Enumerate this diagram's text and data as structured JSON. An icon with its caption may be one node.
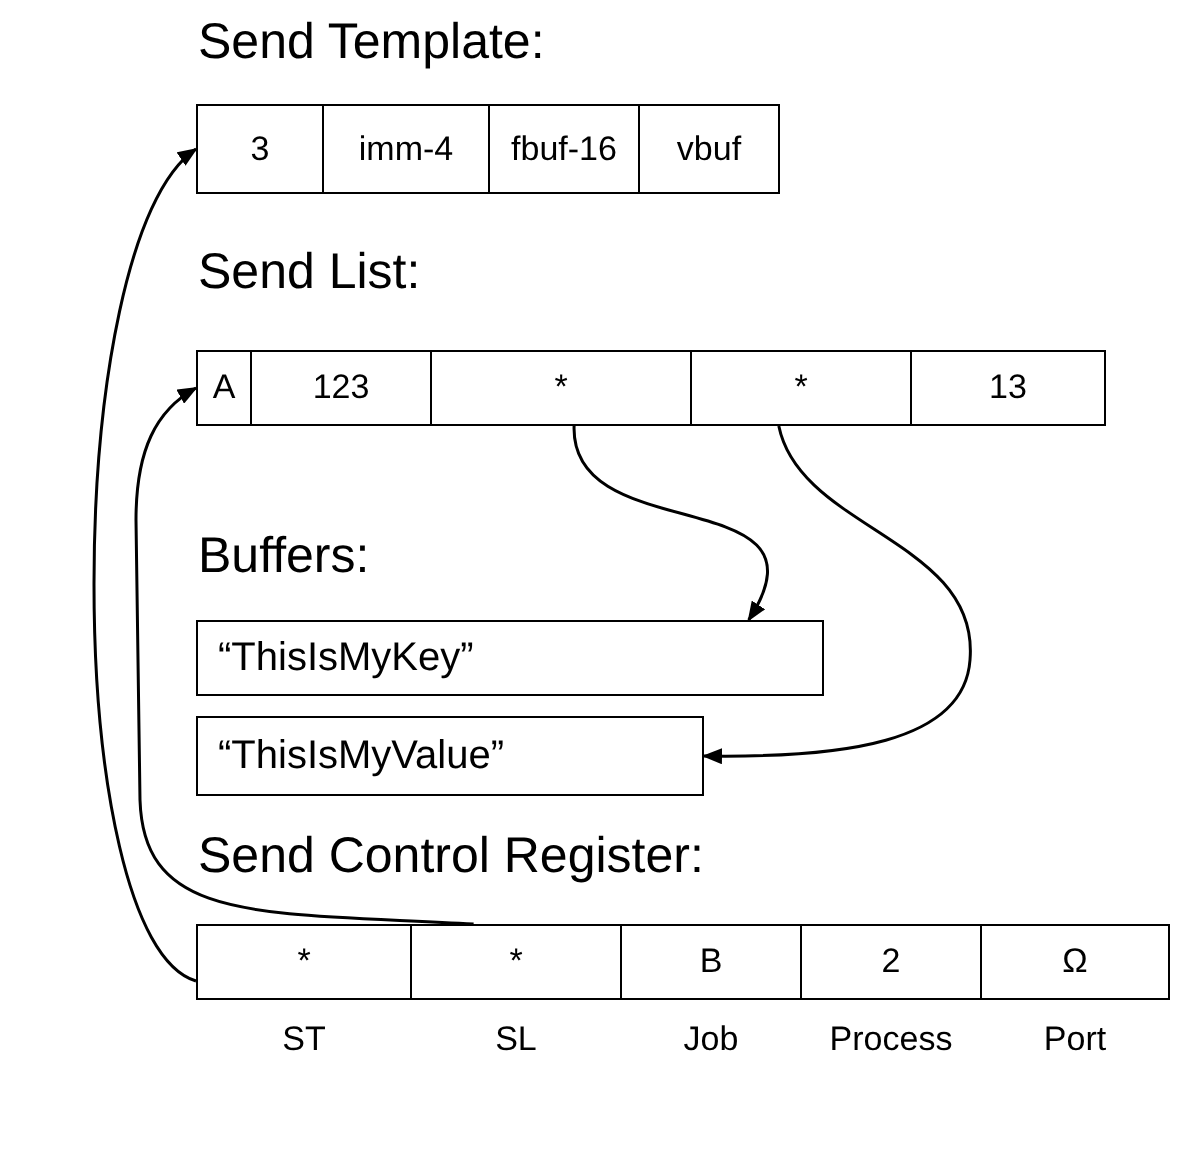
{
  "diagram": {
    "nodes": [
      {
        "text": [
          "Send Template:"
        ]
      },
      {
        "text": [
          "3"
        ],
        "in": 0
      },
      {
        "text": [
          "imm-4"
        ],
        "in": 0
      },
      {
        "text": [
          "fbuf-16"
        ],
        "in": 0
      },
      {
        "text": [
          "vbuf"
        ],
        "in": 0
      },
      {
        "text": [
          "Send List:"
        ]
      },
      {
        "text": [
          "A"
        ],
        "in": 5
      },
      {
        "text": [
          "123"
        ],
        "in": 5
      },
      {
        "text": [
          "*"
        ],
        "in": 5
      },
      {
        "text": [
          "*"
        ],
        "in": 5
      },
      {
        "text": [
          "13"
        ],
        "in": 5
      },
      {
        "text": [
          "Buffers:"
        ]
      },
      {
        "text": [
          "“ThisIsMyKey”"
        ],
        "in": 11
      },
      {
        "text": [
          "“ThisIsMyValue”"
        ],
        "in": 11
      },
      {
        "text": [
          "Send Control Register:"
        ]
      },
      {
        "text": [
          "*"
        ],
        "in": 14,
        "beside": [
          "ST"
        ]
      },
      {
        "text": [
          "*"
        ],
        "in": 14,
        "beside": [
          "SL"
        ]
      },
      {
        "text": [
          "B"
        ],
        "in": 14,
        "beside": [
          "Job"
        ]
      },
      {
        "text": [
          "2"
        ],
        "in": 14,
        "beside": [
          "Process"
        ]
      },
      {
        "text": [
          "Ω"
        ],
        "in": 14,
        "beside": [
          "Port"
        ]
      }
    ],
    "edges": [
      {
        "from": 15,
        "to": 1,
        "arrow": "to"
      },
      {
        "from": 16,
        "to": 6,
        "arrow": "to"
      },
      {
        "from": 8,
        "to": 12,
        "arrow": "to"
      },
      {
        "from": 9,
        "to": 13,
        "arrow": "to"
      }
    ]
  }
}
